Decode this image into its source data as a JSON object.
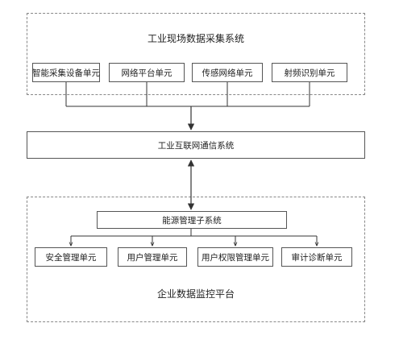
{
  "top_group": {
    "title": "工业现场数据采集系统",
    "units": [
      "智能采集设备单元",
      "网络平台单元",
      "传感网络单元",
      "射频识别单元"
    ]
  },
  "middle": {
    "label": "工业互联网通信系统"
  },
  "bottom_group": {
    "title": "企业数据监控平台",
    "subsystem": "能源管理子系统",
    "units": [
      "安全管理单元",
      "用户管理单元",
      "用户权限管理单元",
      "审计诊断单元"
    ]
  },
  "colors": {
    "line": "#333333",
    "dash": "#888888",
    "border": "#555555"
  }
}
